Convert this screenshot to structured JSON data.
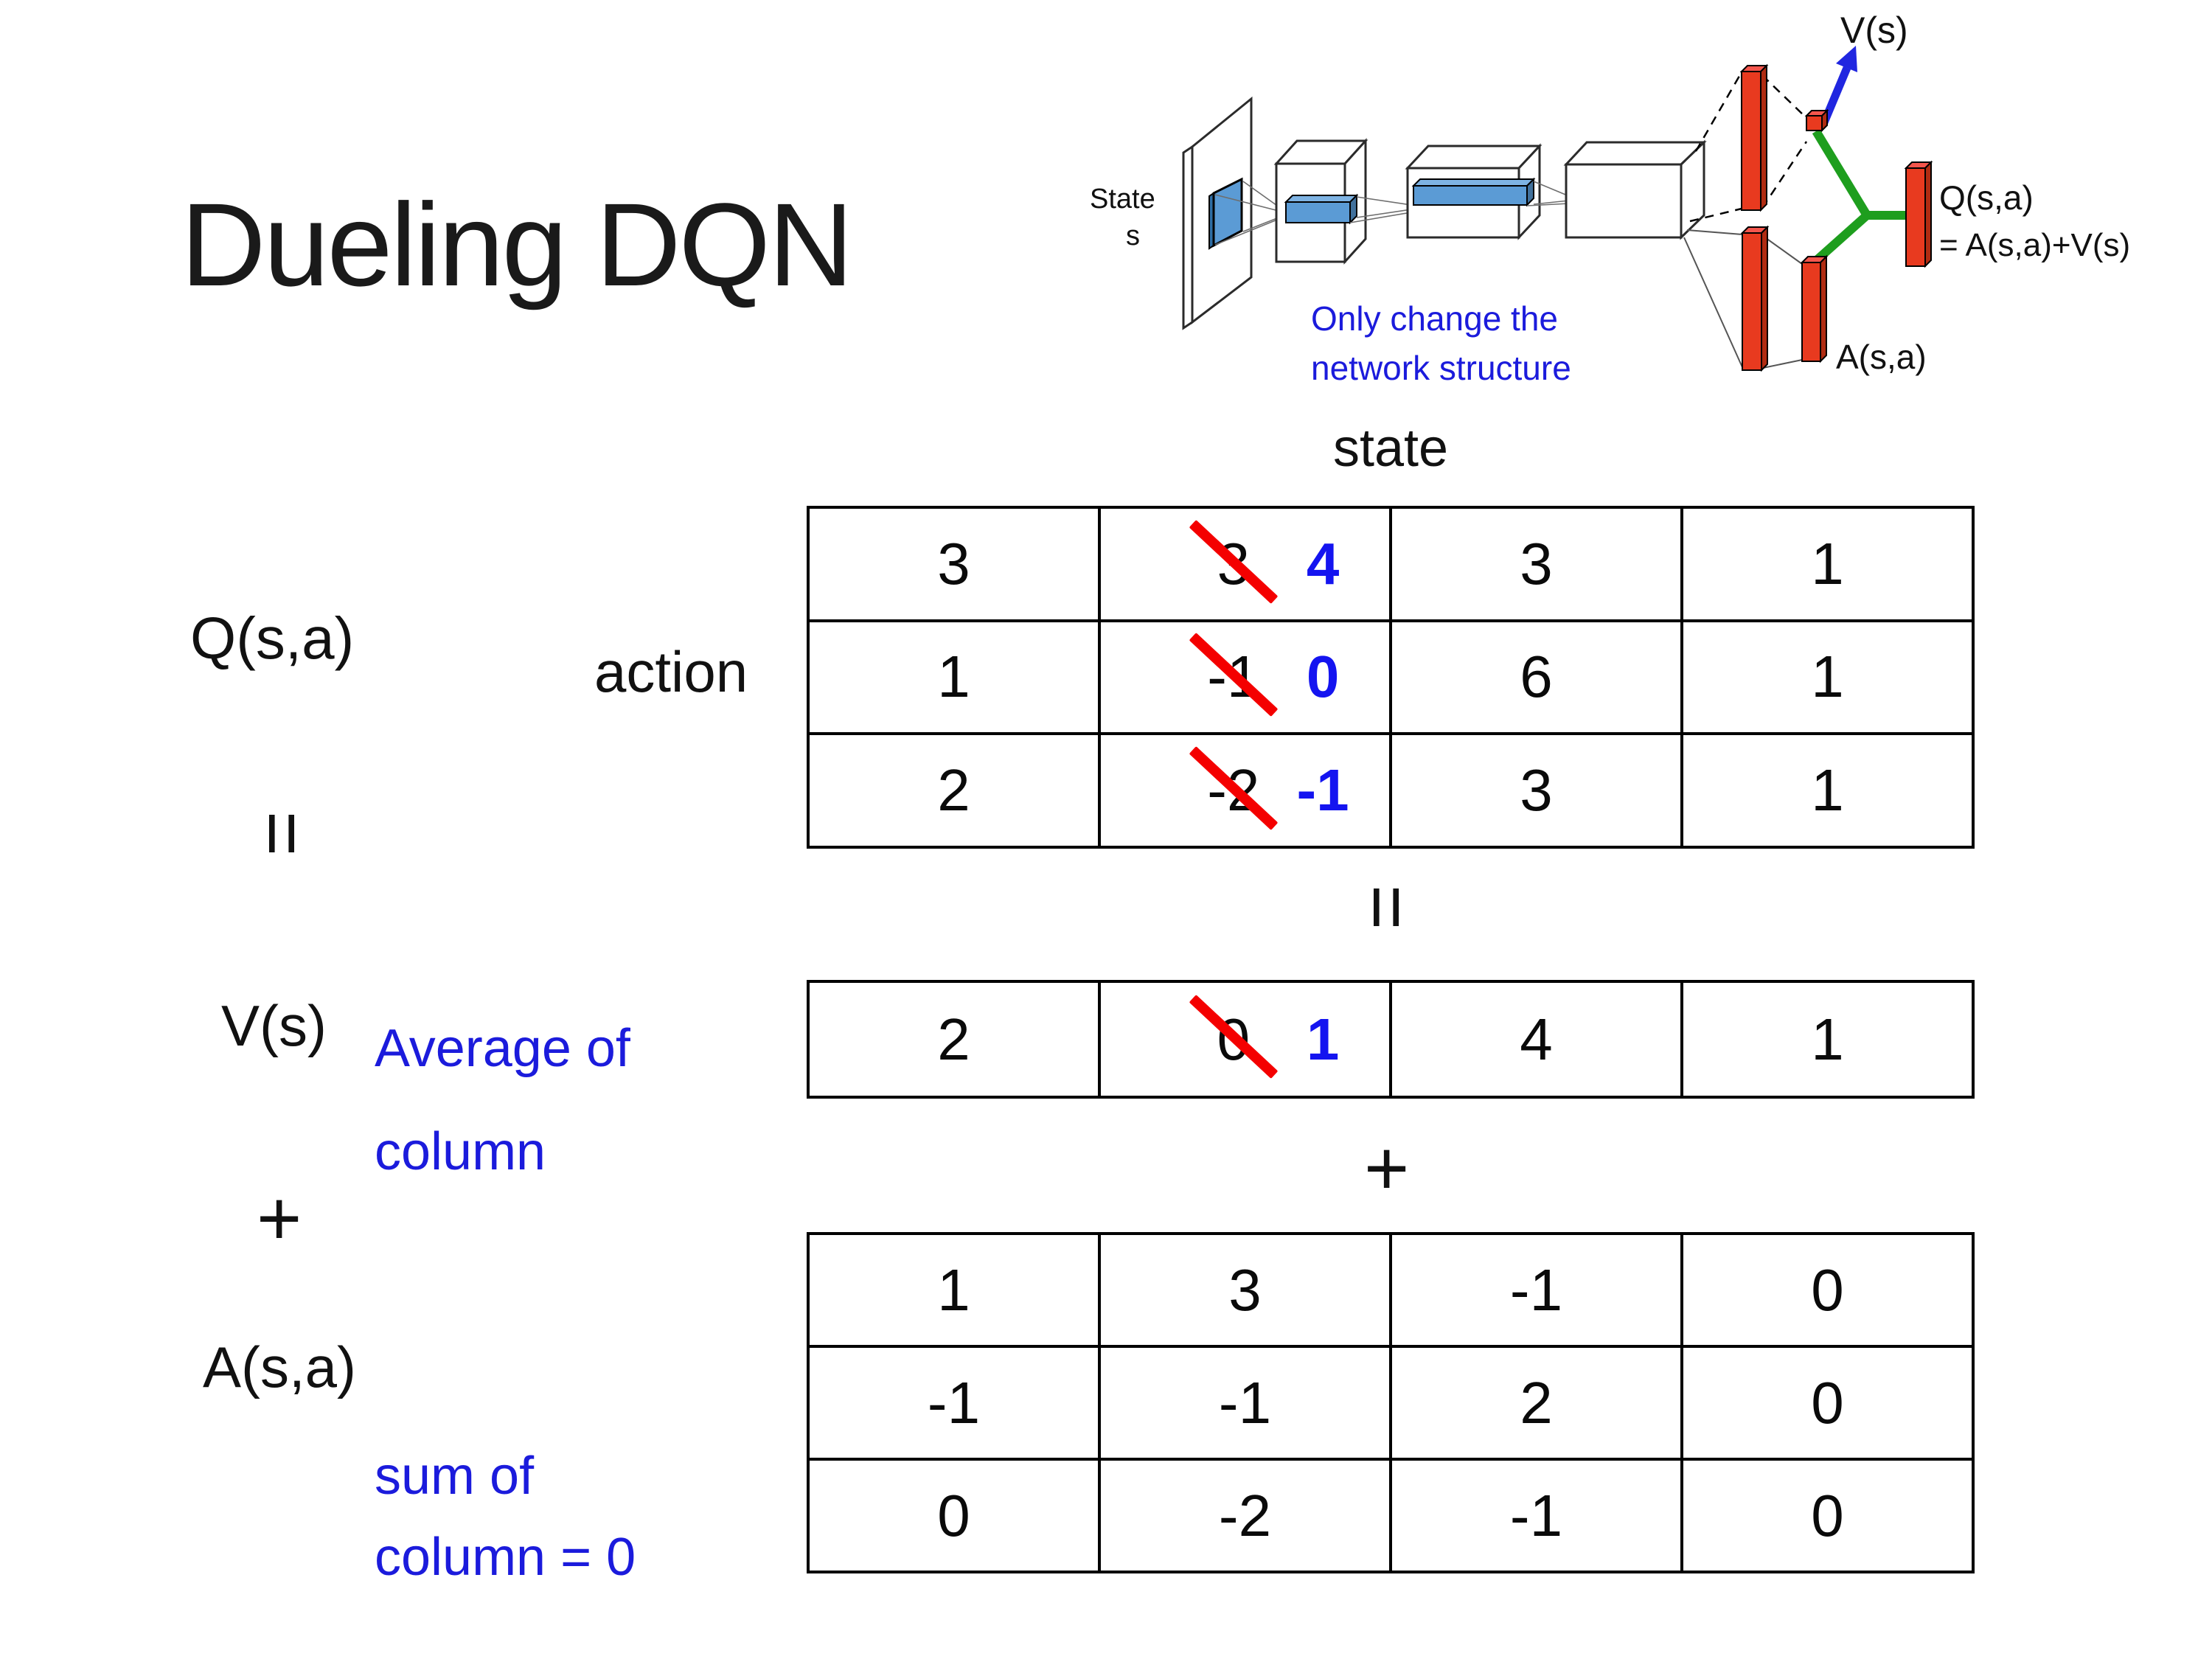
{
  "title": "Dueling DQN",
  "colors": {
    "accent_blue": "#1b1bdc",
    "new_value_blue": "#1414f0",
    "strike_red": "#f40000",
    "bar_red": "#e83a1f",
    "connector_green": "#1e9e1e",
    "feature_blue": "#5b9bd5"
  },
  "diagram": {
    "state_line1": "State",
    "state_line2": "s",
    "note_line1": "Only change the",
    "note_line2": "network structure",
    "v_out": "V(s)",
    "q_out_line1": "Q(s,a)",
    "q_out_line2": "= A(s,a)+V(s)",
    "a_out": "A(s,a)"
  },
  "equation": {
    "q_label": "Q(s,a)",
    "action_label": "action",
    "state_header": "state",
    "equals": "=",
    "plus": "+",
    "v_label": "V(s)",
    "v_note_line1": "Average of",
    "v_note_line2": "column",
    "a_label": "A(s,a)",
    "a_note_line1": "sum of",
    "a_note_line2": "column = 0"
  },
  "tables": {
    "q": [
      [
        "3",
        {
          "old": "3",
          "new": "4"
        },
        "3",
        "1"
      ],
      [
        "1",
        {
          "old": "-1",
          "new": "0"
        },
        "6",
        "1"
      ],
      [
        "2",
        {
          "old": "-2",
          "new": "-1"
        },
        "3",
        "1"
      ]
    ],
    "v": [
      [
        "2",
        {
          "old": "0",
          "new": "1"
        },
        "4",
        "1"
      ]
    ],
    "a": [
      [
        "1",
        "3",
        "-1",
        "0"
      ],
      [
        "-1",
        "-1",
        "2",
        "0"
      ],
      [
        "0",
        "-2",
        "-1",
        "0"
      ]
    ]
  }
}
